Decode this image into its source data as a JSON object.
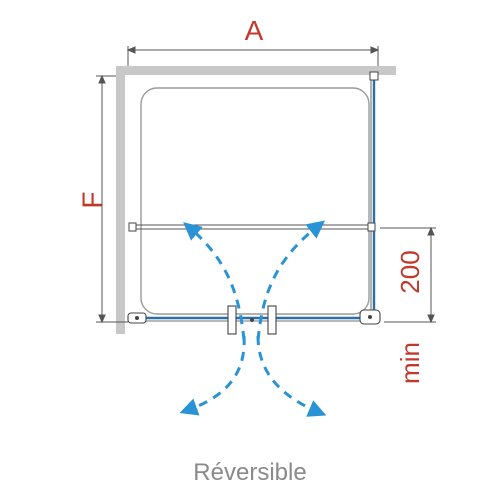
{
  "dimensions": {
    "width_label": "A",
    "height_label": "F",
    "clearance_prefix": "min",
    "clearance_value": "200"
  },
  "caption": "Réversible",
  "colors": {
    "dimension_text": "#c0392b",
    "arrow": "#2a93d5",
    "wall": "#c8c8c8",
    "glass": "#2a6fa8",
    "outline": "#555555"
  },
  "icons": {
    "swing_arrows": "double-dashed-swing-arrows",
    "handles": "door-handle-pair"
  }
}
